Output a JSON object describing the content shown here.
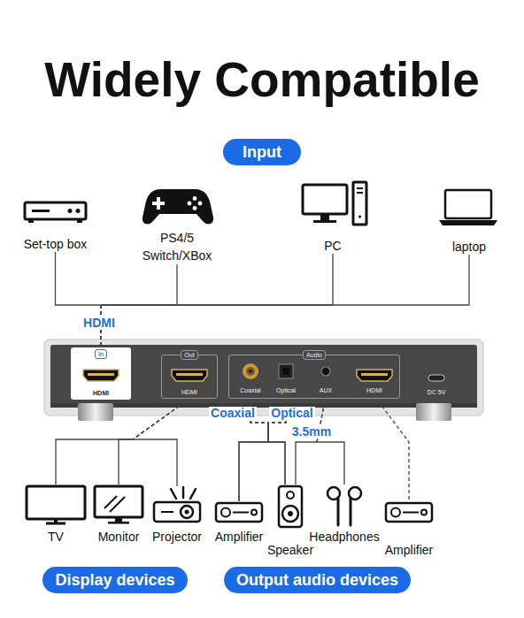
{
  "diagram": {
    "title": "Widely Compatible",
    "nodes": [
      {
        "text": [
          "Input"
        ]
      },
      {
        "text": [
          "Set-top box"
        ]
      },
      {
        "text": [
          "PS4/5 Switch/XBox"
        ]
      },
      {
        "text": [
          "PC"
        ]
      },
      {
        "text": [
          "laptop"
        ]
      },
      {
        "text": [
          "In",
          "HDMI"
        ]
      },
      {
        "text": [
          "Out",
          "HDMI"
        ]
      },
      {
        "text": [
          "Audio"
        ]
      },
      {
        "text": [
          "Coaxial"
        ],
        "in": 7
      },
      {
        "text": [
          "Optical"
        ],
        "in": 7
      },
      {
        "text": [
          "AUX"
        ],
        "in": 7
      },
      {
        "text": [
          "HDMI"
        ],
        "in": 7
      },
      {
        "text": [
          "DC 5V"
        ]
      },
      {
        "text": [
          "TV"
        ]
      },
      {
        "text": [
          "Monitor"
        ]
      },
      {
        "text": [
          "Projector"
        ]
      },
      {
        "text": [
          "Amplifier"
        ]
      },
      {
        "text": [
          "Speaker"
        ]
      },
      {
        "text": [
          "Headphones"
        ]
      },
      {
        "text": [
          "Amplifier"
        ]
      },
      {
        "text": [
          "Display devices"
        ]
      },
      {
        "text": [
          "Output audio devices"
        ]
      }
    ],
    "edges": [
      {
        "from": 1,
        "to": 5,
        "arrow": "none",
        "label": "HDMI"
      },
      {
        "from": 2,
        "to": 5,
        "arrow": "none"
      },
      {
        "from": 3,
        "to": 5,
        "arrow": "none"
      },
      {
        "from": 4,
        "to": 5,
        "arrow": "none"
      },
      {
        "from": 6,
        "to": 13,
        "arrow": "none"
      },
      {
        "from": 6,
        "to": 14,
        "arrow": "none"
      },
      {
        "from": 6,
        "to": 15,
        "arrow": "none"
      },
      {
        "from": 8,
        "to": 16,
        "arrow": "none",
        "label": "Coaxial"
      },
      {
        "from": 8,
        "to": 17,
        "arrow": "none"
      },
      {
        "from": 9,
        "to": 16,
        "arrow": "none",
        "label": "Optical"
      },
      {
        "from": 9,
        "to": 17,
        "arrow": "none"
      },
      {
        "from": 10,
        "to": 17,
        "arrow": "none",
        "label": "3.5mm"
      },
      {
        "from": 10,
        "to": 18,
        "arrow": "none"
      },
      {
        "from": 11,
        "to": 19,
        "arrow": "none"
      }
    ]
  }
}
